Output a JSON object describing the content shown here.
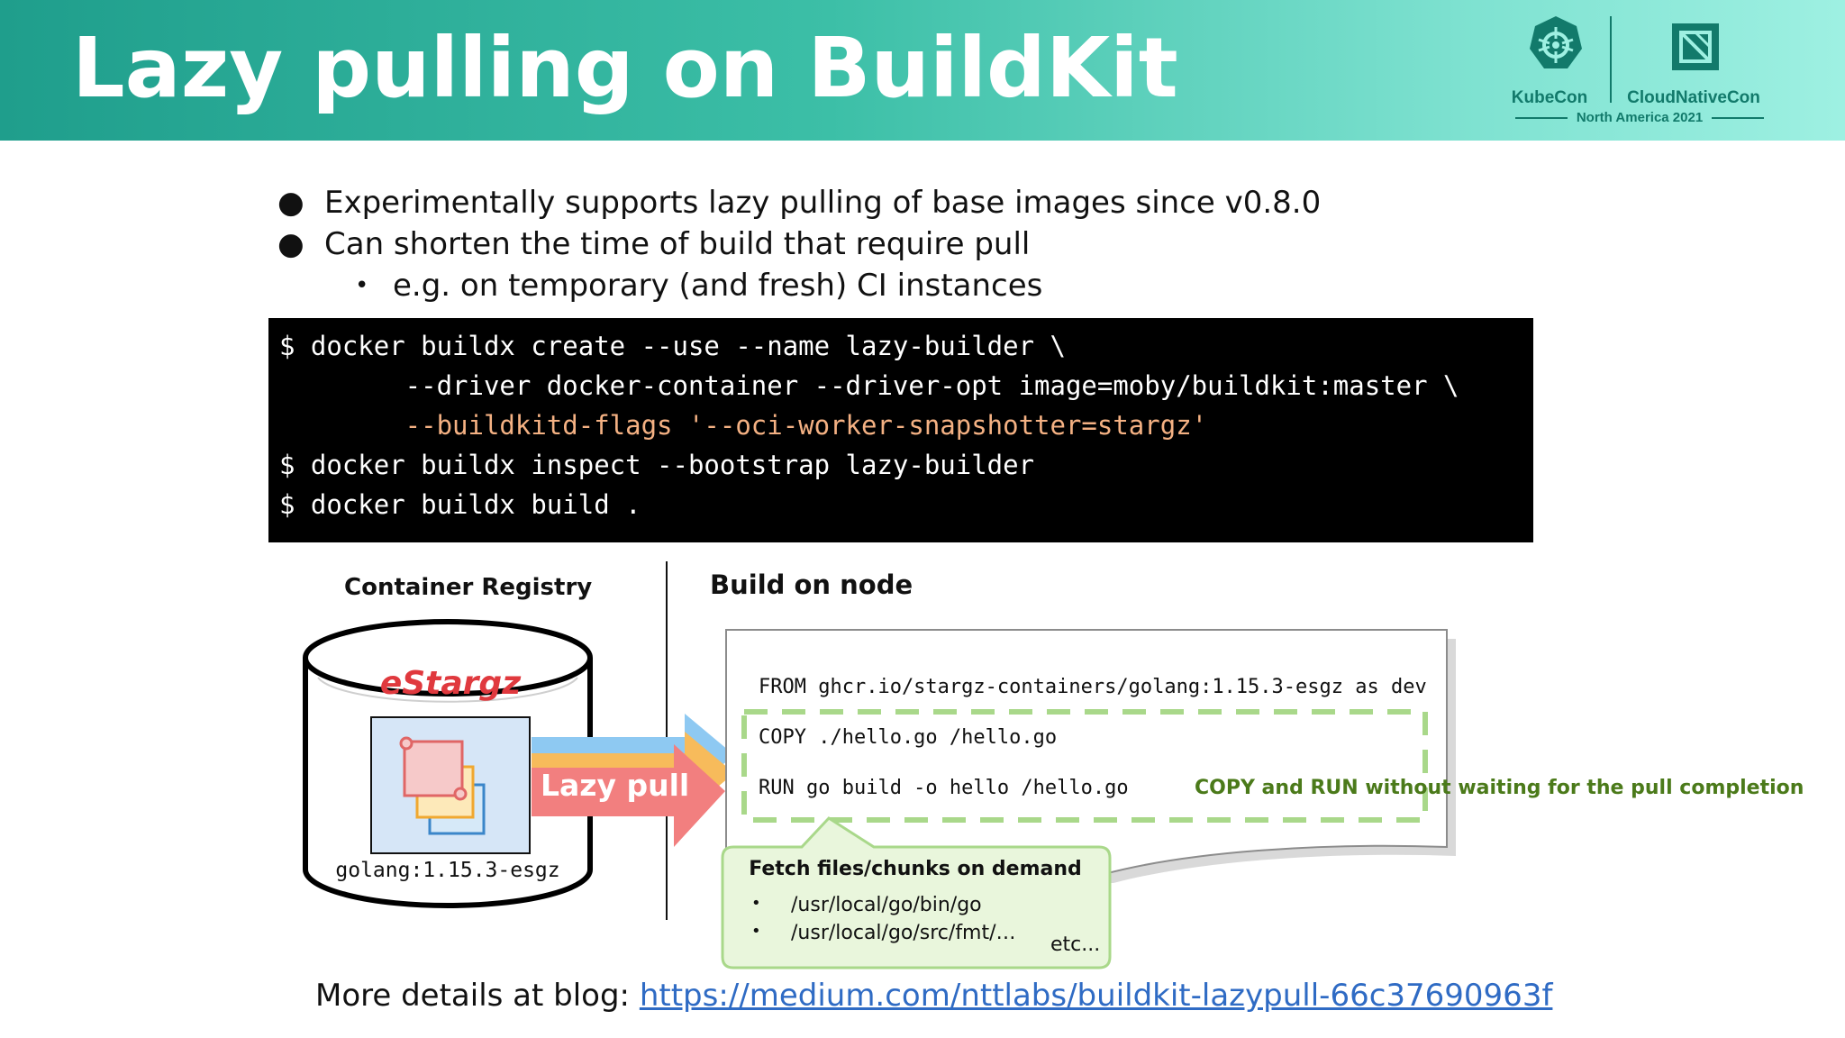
{
  "header": {
    "title": "Lazy pulling on BuildKit",
    "logo": {
      "kubecon": "KubeCon",
      "cloudnativecon": "CloudNativeCon",
      "event": "North America 2021"
    }
  },
  "bullets": [
    {
      "marker": "●",
      "text": "Experimentally supports lazy pulling of base images since v0.8.0"
    },
    {
      "marker": "●",
      "text": "Can shorten the time of build that require pull"
    },
    {
      "marker": "•",
      "text": "e.g. on temporary (and fresh) CI instances"
    }
  ],
  "code": {
    "line1": "$ docker buildx create --use --name lazy-builder \\",
    "line2": "        --driver docker-container --driver-opt image=moby/buildkit:master \\",
    "line3": "        --buildkitd-flags '--oci-worker-snapshotter=stargz'",
    "line4": "$ docker buildx inspect --bootstrap lazy-builder",
    "line5": "$ docker buildx build ."
  },
  "diagram": {
    "registry_label": "Container Registry",
    "build_label": "Build on node",
    "estargz_label": "eStargz",
    "image_tag": "golang:1.15.3-esgz",
    "arrow_label": "Lazy pull",
    "dockerfile": {
      "from": "FROM ghcr.io/stargz-containers/golang:1.15.3-esgz as dev",
      "copy": "COPY ./hello.go /hello.go",
      "run": "RUN go build -o hello /hello.go"
    },
    "copy_run_note": "COPY and RUN without waiting for the pull completion",
    "fetch": {
      "title": "Fetch files/chunks on demand",
      "items": [
        "/usr/local/go/bin/go",
        "/usr/local/go/src/fmt/…"
      ],
      "etc": "etc..."
    },
    "colors": {
      "estargz": "#e0393e",
      "arrow_blue": "#8ec9f2",
      "arrow_orange": "#f7bb5b",
      "arrow_red": "#f27f7f",
      "dash_green": "#a9d88a",
      "callout_fill": "#e9f6dc",
      "note_green": "#4b7a1a"
    }
  },
  "footer": {
    "prefix": "More details at blog: ",
    "link": "https://medium.com/nttlabs/buildkit-lazypull-66c37690963f"
  }
}
